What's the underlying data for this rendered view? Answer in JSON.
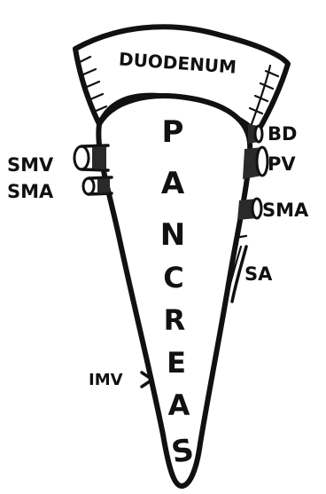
{
  "organs": {
    "duodenum": "DUODENUM",
    "pancreas_letters": [
      "P",
      "A",
      "N",
      "C",
      "R",
      "E",
      "A",
      "S"
    ]
  },
  "vessels_left": {
    "smv": "SMV",
    "sma": "SMA",
    "imv": "IMV"
  },
  "vessels_right": {
    "bd": "BD",
    "pv": "PV",
    "sma": "SMA",
    "sa": "SA"
  },
  "colors": {
    "ink": "#111111",
    "paper": "#ffffff"
  }
}
